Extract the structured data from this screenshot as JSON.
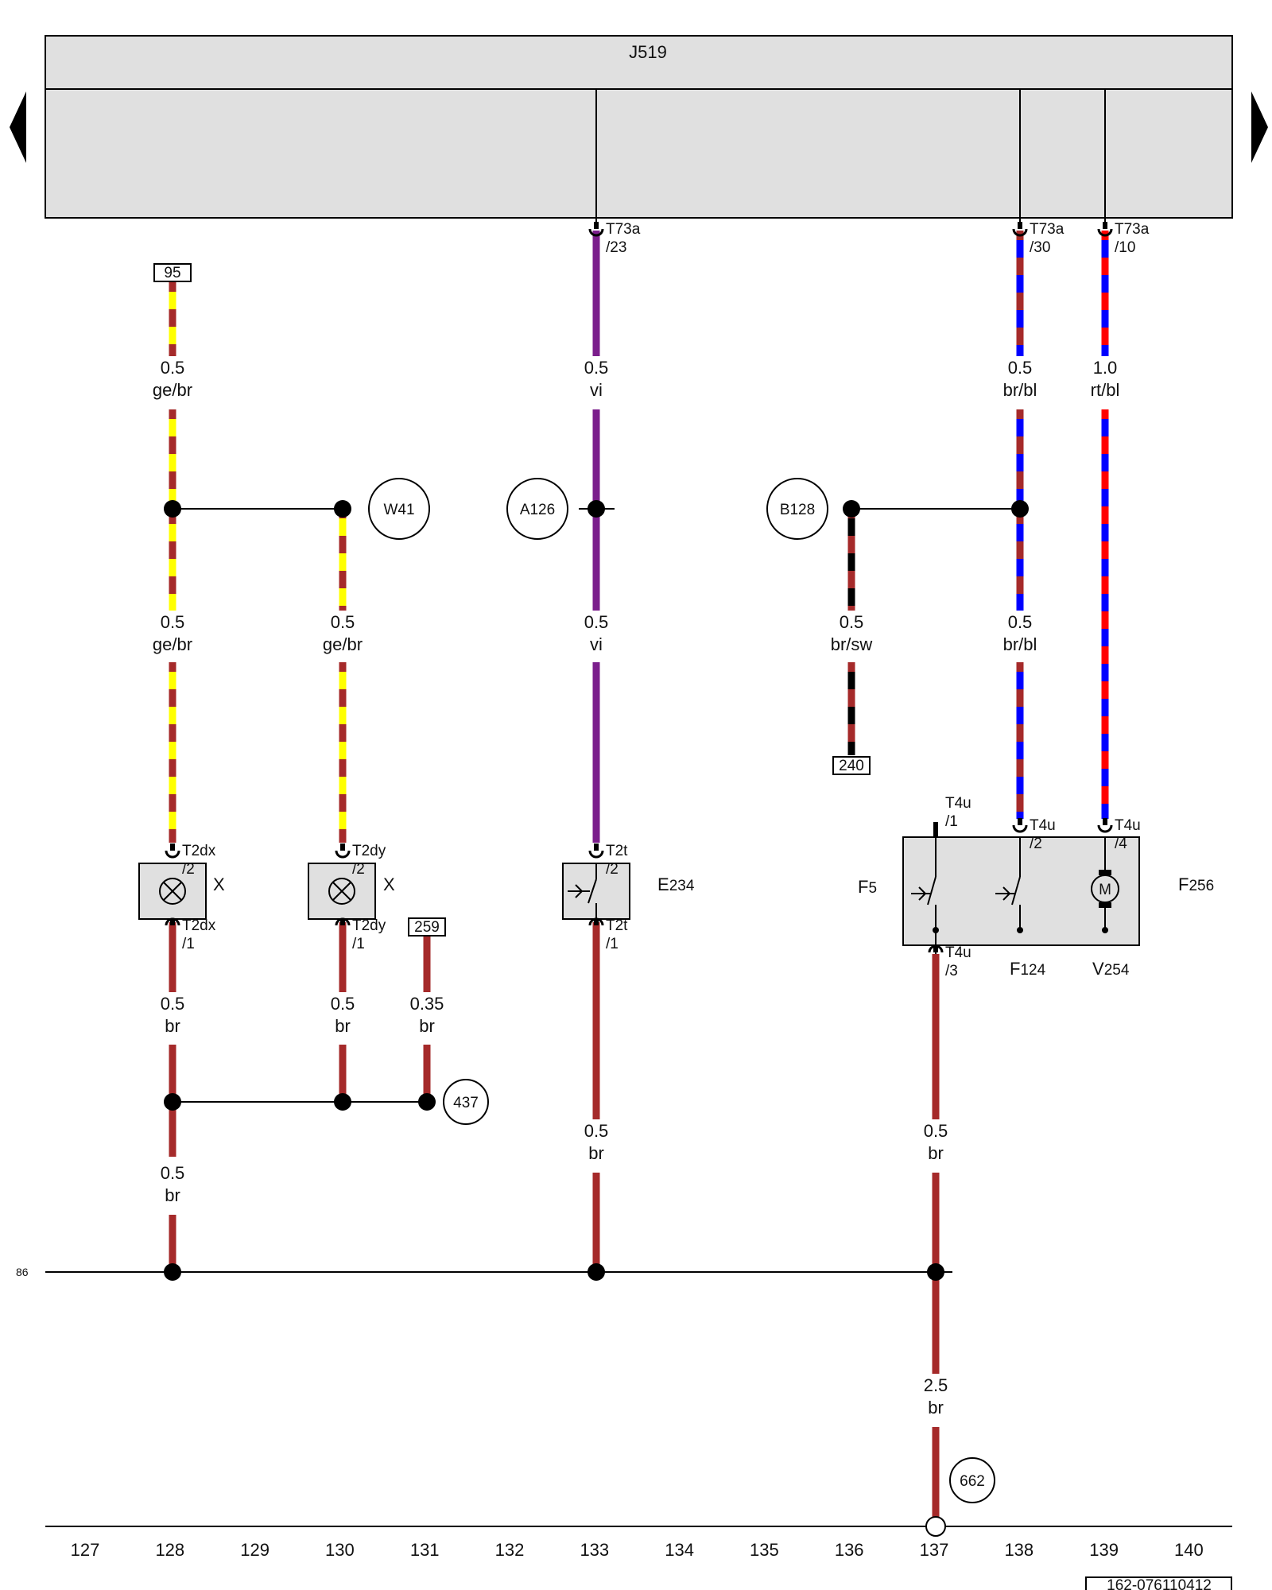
{
  "colors": {
    "br": "#a52a2a",
    "ge": "#ffff00",
    "vi": "#7b1e8c",
    "bl": "#0000ff",
    "rt": "#ff0000",
    "sw": "#000000",
    "box_fill": "#e0e0e0"
  },
  "control_unit": {
    "name": "J519"
  },
  "nav": {
    "prev": "prev-arrow-icon",
    "next": "next-arrow-icon"
  },
  "ground_line_label": "86",
  "document_id": "162-076110412",
  "tracks": [
    "127",
    "128",
    "129",
    "130",
    "131",
    "132",
    "133",
    "134",
    "135",
    "136",
    "137",
    "138",
    "139",
    "140"
  ],
  "connectors": {
    "t73a_23": [
      "T73a",
      "/23"
    ],
    "t73a_30": [
      "T73a",
      "/30"
    ],
    "t73a_10": [
      "T73a",
      "/10"
    ],
    "t2dx_2": [
      "T2dx",
      "/2"
    ],
    "t2dx_1": [
      "T2dx",
      "/1"
    ],
    "t2dy_2": [
      "T2dy",
      "/2"
    ],
    "t2dy_1": [
      "T2dy",
      "/1"
    ],
    "t2t_2": [
      "T2t",
      "/2"
    ],
    "t2t_1": [
      "T2t",
      "/1"
    ],
    "t4u_1": [
      "T4u",
      "/1"
    ],
    "t4u_2": [
      "T4u",
      "/2"
    ],
    "t4u_4": [
      "T4u",
      "/4"
    ],
    "t4u_3": [
      "T4u",
      "/3"
    ]
  },
  "wires": {
    "w128_top": [
      "0.5",
      "ge/br"
    ],
    "w128_mid": [
      "0.5",
      "ge/br"
    ],
    "w130_mid": [
      "0.5",
      "ge/br"
    ],
    "w133_top": [
      "0.5",
      "vi"
    ],
    "w133_mid": [
      "0.5",
      "vi"
    ],
    "w138_top": [
      "0.5",
      "br/bl"
    ],
    "w138_mid": [
      "0.5",
      "br/bl"
    ],
    "w139_top": [
      "1.0",
      "rt/bl"
    ],
    "w136_mid": [
      "0.5",
      "br/sw"
    ],
    "w128_low": [
      "0.5",
      "br"
    ],
    "w130_low": [
      "0.5",
      "br"
    ],
    "w131_low": [
      "0.35",
      "br"
    ],
    "w128_bot": [
      "0.5",
      "br"
    ],
    "w133_low": [
      "0.5",
      "br"
    ],
    "w137_low": [
      "0.5",
      "br"
    ],
    "w137_bot": [
      "2.5",
      "br"
    ]
  },
  "references": {
    "r95": "95",
    "r259": "259",
    "r240": "240"
  },
  "ground_points": {
    "W41": "W41",
    "A126": "A126",
    "B128": "B128",
    "g437": "437",
    "g662": "662"
  },
  "components": {
    "X_left": "X",
    "X_right": "X",
    "E234": [
      "E",
      "234"
    ],
    "F5": [
      "F",
      "5"
    ],
    "F256": [
      "F",
      "256"
    ],
    "F124": [
      "F",
      "124"
    ],
    "V254": [
      "V",
      "254"
    ],
    "motor": "M"
  }
}
